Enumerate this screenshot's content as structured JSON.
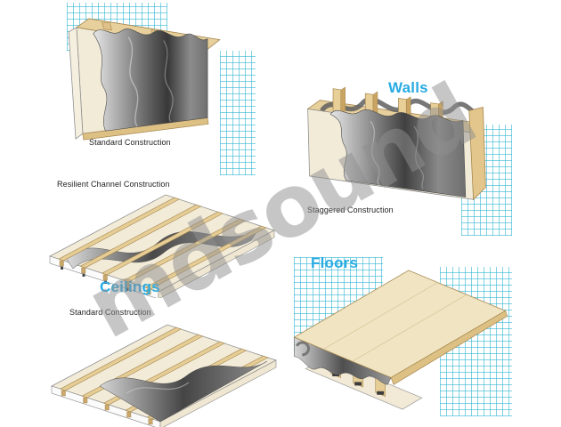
{
  "page": {
    "watermark_text": "mdsound",
    "background_color": "#ffffff",
    "accent_color": "#29abe2",
    "grid_color": "#3ebad6"
  },
  "walls": {
    "heading": "Walls",
    "standard_label": "Standard Construction",
    "staggered_label": "Staggered Construction"
  },
  "ceilings": {
    "heading": "Ceilings",
    "resilient_label": "Resilient Channel Construction",
    "standard_label": "Standard Construction"
  },
  "floors": {
    "heading": "Floors"
  }
}
